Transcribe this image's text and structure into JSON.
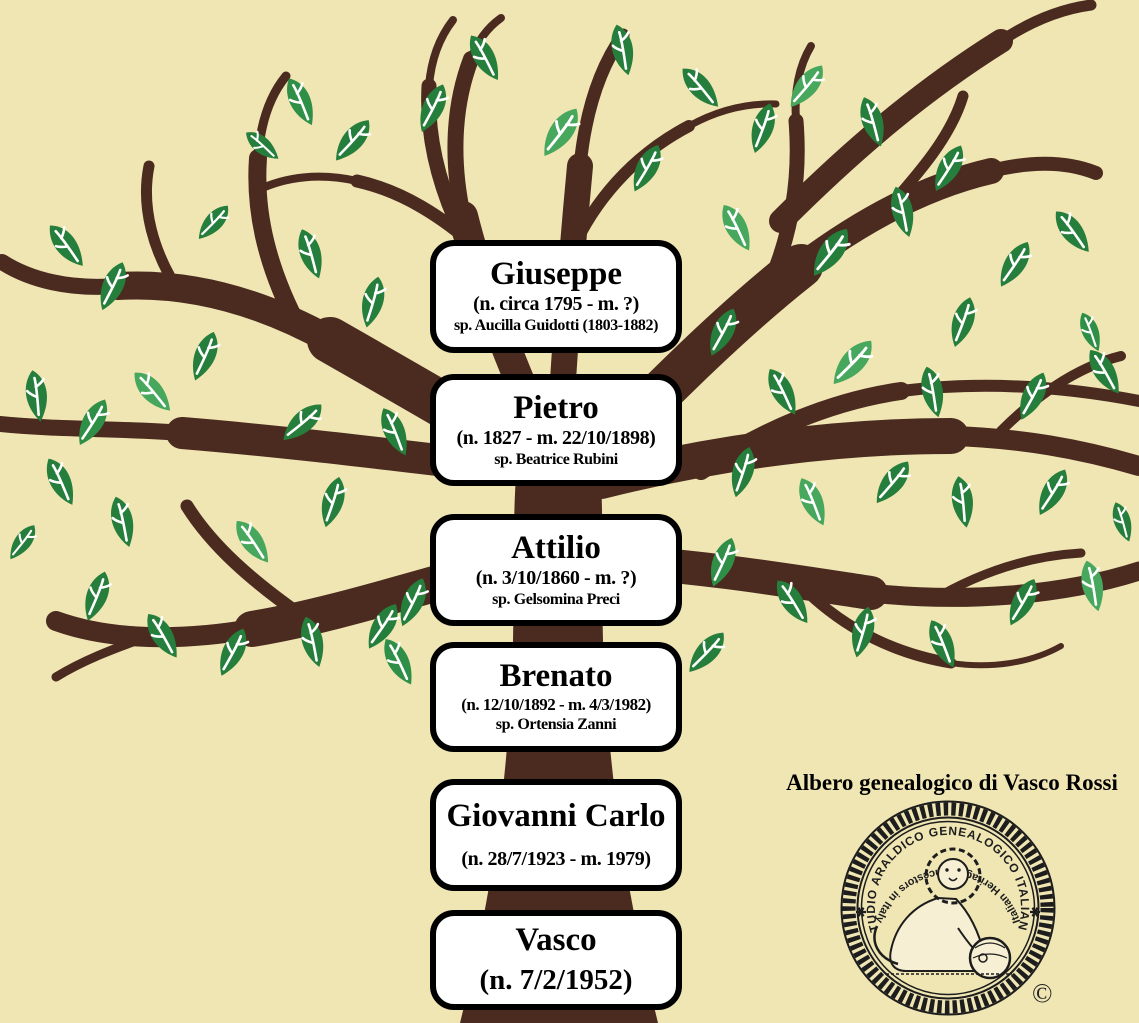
{
  "title": "Albero genealogico di Vasco Rossi",
  "tree": {
    "people": [
      {
        "name": "Giuseppe",
        "dates": "(n. circa 1795 - m. ?)",
        "spouse": "sp. Aucilla Guidotti (1803-1882)"
      },
      {
        "name": "Pietro",
        "dates": "(n. 1827 - m. 22/10/1898)",
        "spouse": "sp. Beatrice Rubini"
      },
      {
        "name": "Attilio",
        "dates": "(n. 3/10/1860 - m. ?)",
        "spouse": "sp. Gelsomina Preci"
      },
      {
        "name": "Brenato",
        "dates": "(n. 12/10/1892 - m. 4/3/1982)",
        "spouse": "sp. Ortensia Zanni"
      },
      {
        "name": "Giovanni Carlo",
        "dates": "(n. 28/7/1923 - m. 1979)",
        "spouse": ""
      },
      {
        "name": "Vasco",
        "dates": "(n. 7/2/1952)",
        "spouse": ""
      }
    ]
  },
  "seal": {
    "arc_top": "STUDIO ARALDICO GENEALOGICO ITALIANO",
    "arc_bottom": "Italian Heritage - Ancestors in Italy",
    "copyright": "©"
  },
  "colors": {
    "background": "#f0e6b4",
    "branch": "#4b2b1f",
    "leaf_dark": "#267e3c",
    "leaf_mid": "#2f8f47",
    "leaf_light": "#46a75d",
    "box_background": "#ffffff",
    "box_border": "#000000",
    "seal_ink": "#1d1d1d"
  }
}
